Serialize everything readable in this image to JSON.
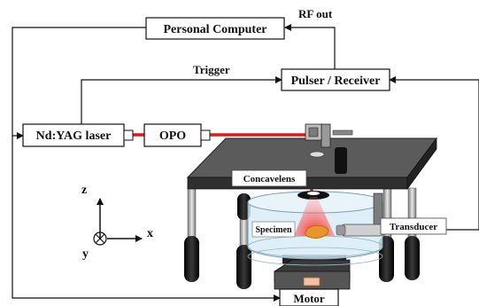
{
  "boxes": {
    "personal_computer": "Personal Computer",
    "pulser_receiver": "Pulser / Receiver",
    "laser": "Nd:YAG laser",
    "opo": "OPO",
    "motor": "Motor"
  },
  "signals": {
    "rf_out": "RF out",
    "trigger": "Trigger"
  },
  "labels": {
    "concave_lens": "Concavelens",
    "specimen": "Specimen",
    "transducer": "Transducer"
  },
  "axes": {
    "z": "z",
    "x": "x",
    "y": "y"
  },
  "colors": {
    "laser_beam": "#e8141c",
    "table_top": "#5b5b5b",
    "water_tank": "#d9ecf6",
    "specimen": "#e8962a",
    "pad": "#f2c2a0"
  }
}
